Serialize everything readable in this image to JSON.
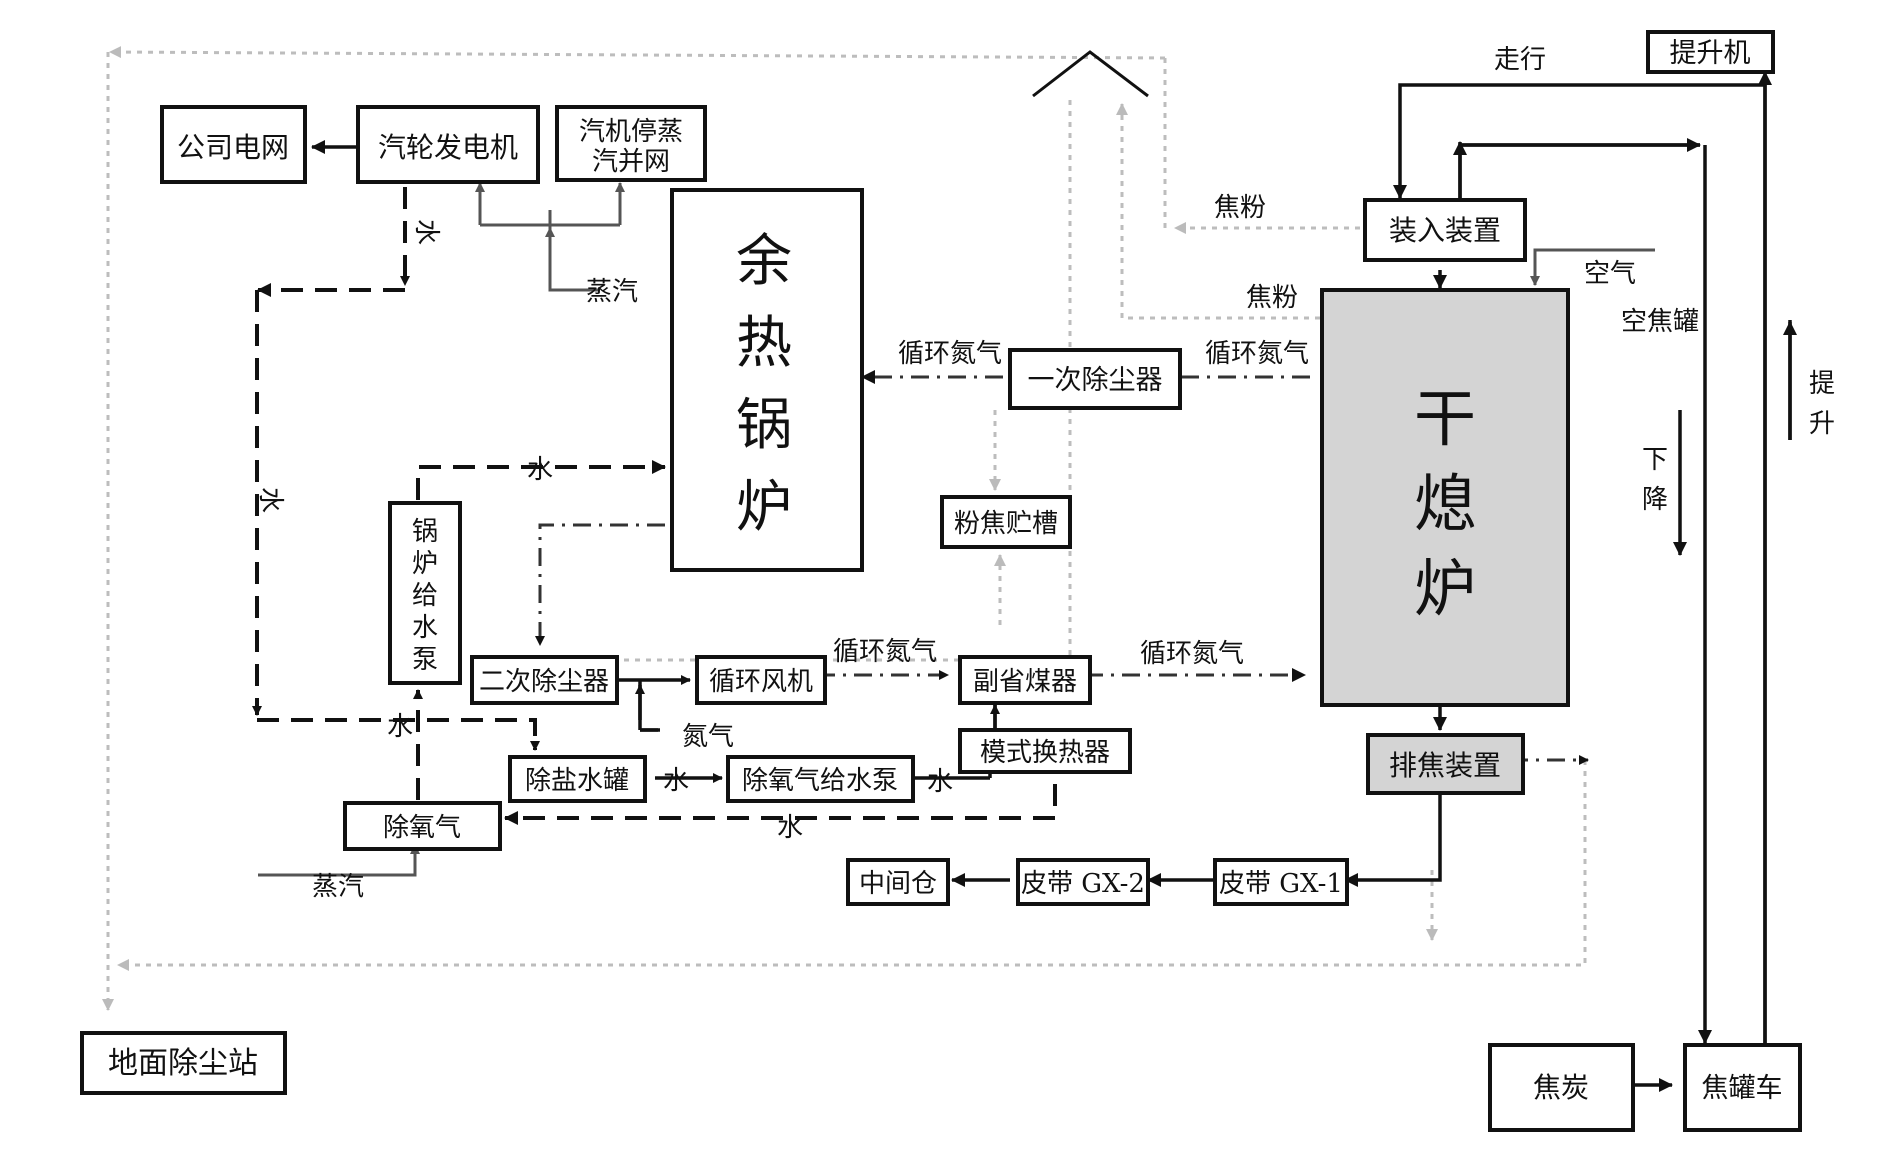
{
  "nodes": {
    "company_grid": "公司电网",
    "turbine_generator": "汽轮发电机",
    "turbine_stop_steam_line1": "汽机停蒸",
    "turbine_stop_steam_line2": "汽并网",
    "waste_heat_boiler": [
      "余",
      "热",
      "锅",
      "炉"
    ],
    "primary_dust_collector": "一次除尘器",
    "coke_powder_tank": "粉焦贮槽",
    "boiler_feed_pump": [
      "锅",
      "炉",
      "给",
      "水",
      "泵"
    ],
    "secondary_dust_collector": "二次除尘器",
    "circulation_fan": "循环风机",
    "sub_economizer": "副省煤器",
    "module_heat_exchanger": "模式换热器",
    "desalted_water_tank": "除盐水罐",
    "deaerated_feed_pump": "除氧气给水泵",
    "deaerator": "除氧气",
    "intermediate_bin": "中间仓",
    "belt_gx2": "皮带 GX-2",
    "belt_gx1": "皮带 GX-1",
    "ground_dust_station": "地面除尘站",
    "charging_device": "装入装置",
    "dry_quenching_furnace": [
      "干",
      "熄",
      "炉"
    ],
    "coke_discharge_device": "排焦装置",
    "hoist": "提升机",
    "coke": "焦炭",
    "coke_tank_car": "焦罐车"
  },
  "labels": {
    "water_turbine_down": "水",
    "water_left_loop": "水",
    "steam_to_turbine": "蒸汽",
    "water_to_boiler": "水",
    "water_mid": "水",
    "nitrogen": "氮气",
    "circulating_n2_boiler": "循环氮气",
    "circulating_n2_furnace": "循环氮气",
    "circulating_n2_fan": "循环氮气",
    "circulating_n2_econ": "循环氮气",
    "water_tank_to_pump": "水",
    "water_pump_to_hx": "水",
    "water_return": "水",
    "steam_deaerator": "蒸汽",
    "coke_powder_top": "焦粉",
    "coke_powder_mid": "焦粉",
    "travel": "走行",
    "air": "空气",
    "empty_coke_tank": "空焦罐",
    "lift": [
      "提",
      "升"
    ],
    "lower": [
      "下",
      "降"
    ]
  }
}
